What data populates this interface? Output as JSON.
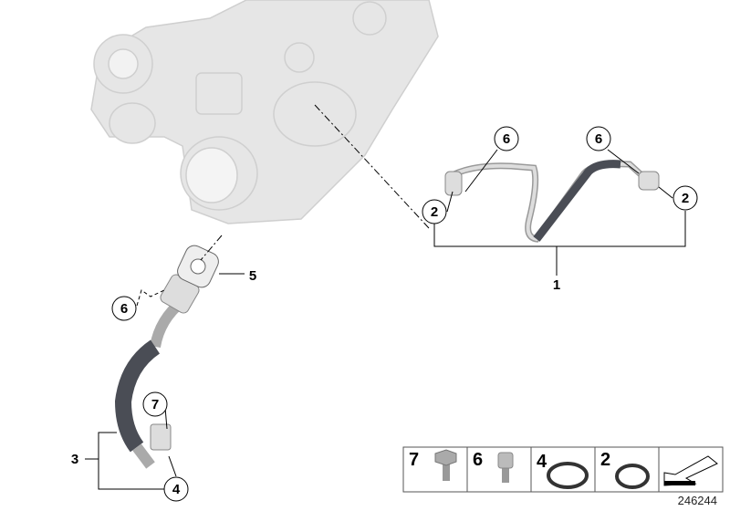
{
  "callouts": {
    "c1": "1",
    "c2a": "2",
    "c2b": "2",
    "c3": "3",
    "c4": "4",
    "c5": "5",
    "c6a": "6",
    "c6b": "6",
    "c6c": "6",
    "c7": "7"
  },
  "legend": [
    {
      "number": "7",
      "part": "flange-bolt"
    },
    {
      "number": "6",
      "part": "torx-screw"
    },
    {
      "number": "4",
      "part": "o-ring"
    },
    {
      "number": "2",
      "part": "o-ring"
    },
    {
      "number": "",
      "part": "arrow-symbol"
    }
  ],
  "diagram_number": "246244",
  "colors": {
    "part_gray": "#e4e4e4",
    "hose_dark": "#4a4d55",
    "line": "#000000"
  }
}
